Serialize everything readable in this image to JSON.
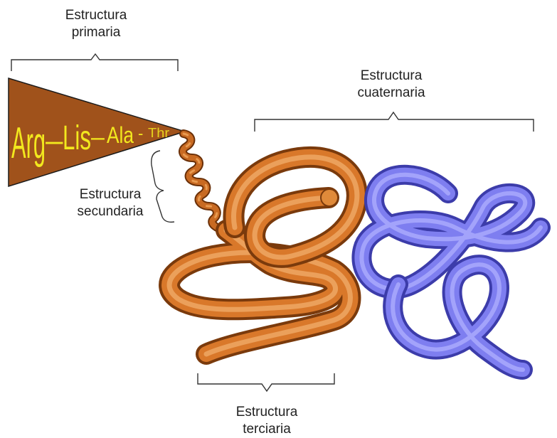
{
  "labels": {
    "primary": {
      "line1": "Estructura",
      "line2": "primaria"
    },
    "secondary": {
      "line1": "Estructura",
      "line2": "secundaria"
    },
    "tertiary": {
      "line1": "Estructura",
      "line2": "terciaria"
    },
    "quaternary": {
      "line1": "Estructura",
      "line2": "cuaternaria"
    }
  },
  "sequence": {
    "residue1": "Arg",
    "dash1": "–",
    "residue2": "Lis",
    "dash2": "–",
    "residue3": "Ala",
    "dash3": "-",
    "residue4": "Thr"
  },
  "colors": {
    "sequence_band": "#a0521b",
    "sequence_text": "#f2e81e",
    "tertiary_chain": "#d9782a",
    "tertiary_chain_dark": "#8f4410",
    "quaternary_chain": "#7e7ef0",
    "quaternary_chain_dark": "#4a4ab8",
    "bracket": "#333333"
  }
}
